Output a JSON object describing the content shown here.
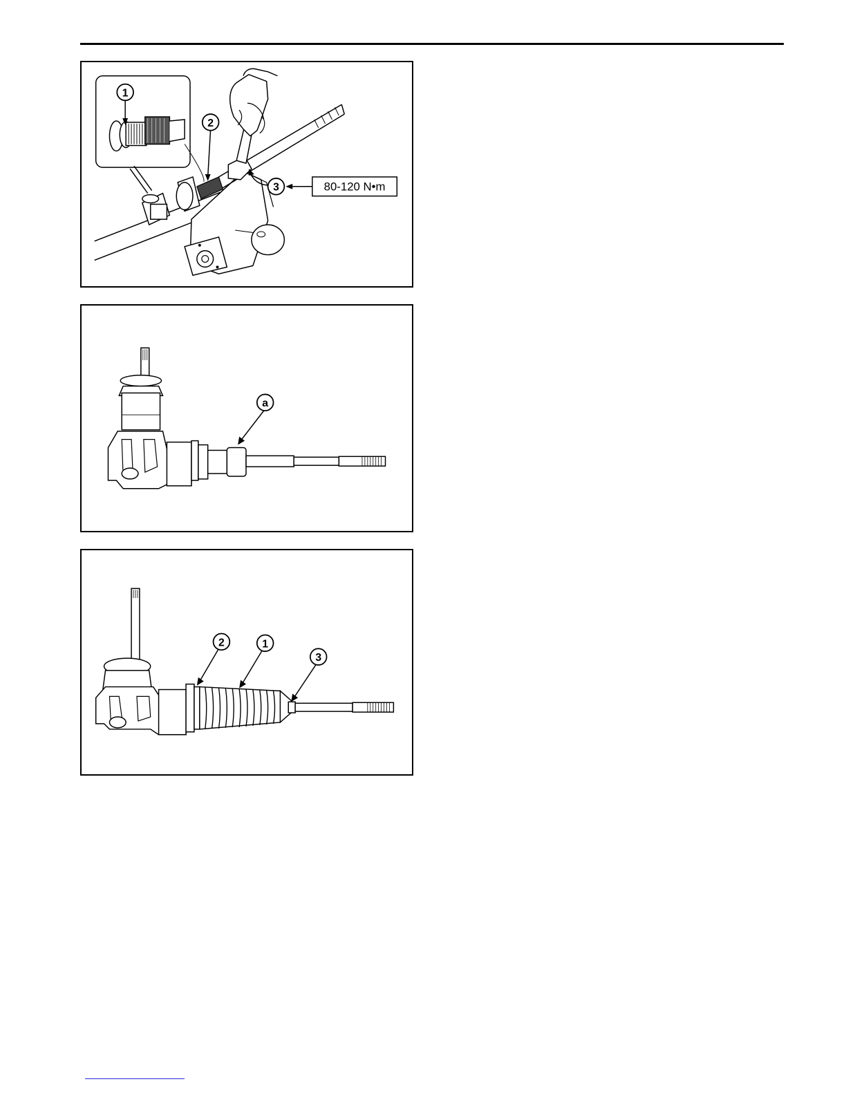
{
  "figures": [
    {
      "callouts": [
        "1",
        "2",
        "3"
      ],
      "torque_spec": "80-120 N•m"
    },
    {
      "callouts": [
        "a"
      ]
    },
    {
      "callouts": [
        "2",
        "1",
        "3"
      ]
    }
  ]
}
